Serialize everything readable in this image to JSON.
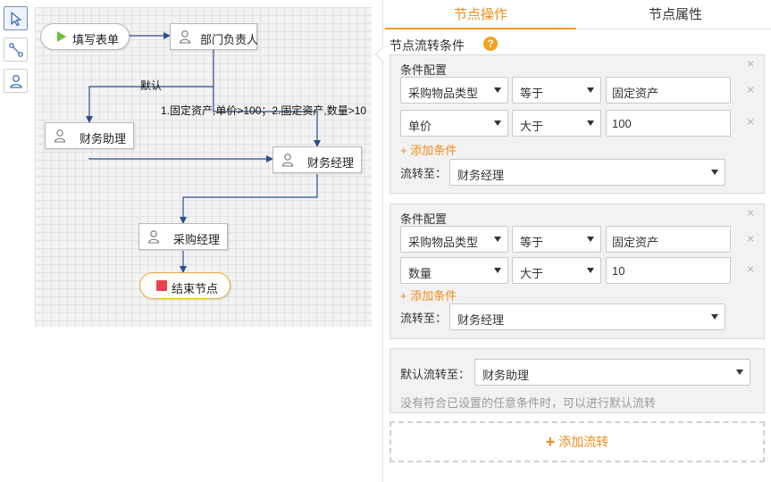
{
  "toolbar": {
    "tools": [
      {
        "name": "select-tool",
        "icon": "cursor-arrow-icon"
      },
      {
        "name": "connect-tool",
        "icon": "connector-line-icon"
      },
      {
        "name": "user-node-tool",
        "icon": "person-icon"
      }
    ]
  },
  "flow": {
    "nodes": {
      "start": "填写表单",
      "dept_head": "部门负责人",
      "finance_assistant": "财务助理",
      "finance_manager": "财务经理",
      "purchase_manager": "采购经理",
      "end": "结束节点"
    },
    "edge_labels": {
      "default": "默认",
      "condition": "1.固定资产,单价>100；2.固定资产,数量>10"
    },
    "colors": {
      "edge": "#2b4e8c",
      "start_play": "#6cc03c",
      "end_stop": "#e8424e",
      "end_border": "#f0a83c"
    }
  },
  "panel": {
    "tabs": [
      {
        "label": "节点操作",
        "active": true
      },
      {
        "label": "节点属性",
        "active": false
      }
    ],
    "section_title": "节点流转条件",
    "help_icon": "?",
    "accent": "#f08c1b",
    "conditions": [
      {
        "title": "条件配置",
        "rows": [
          {
            "field": "采购物品类型",
            "operator": "等于",
            "value": "固定资产"
          },
          {
            "field": "单价",
            "operator": "大于",
            "value": "100"
          }
        ],
        "add_label": "+ 添加条件",
        "flow_to_label": "流转至：",
        "flow_to_value": "财务经理"
      },
      {
        "title": "条件配置",
        "rows": [
          {
            "field": "采购物品类型",
            "operator": "等于",
            "value": "固定资产"
          },
          {
            "field": "数量",
            "operator": "大于",
            "value": "10"
          }
        ],
        "add_label": "+ 添加条件",
        "flow_to_label": "流转至：",
        "flow_to_value": "财务经理"
      }
    ],
    "default_flow": {
      "label": "默认流转至：",
      "value": "财务助理",
      "hint": "没有符合已设置的任意条件时，可以进行默认流转"
    },
    "add_flow_label": "添加流转",
    "close_glyph": "×"
  }
}
